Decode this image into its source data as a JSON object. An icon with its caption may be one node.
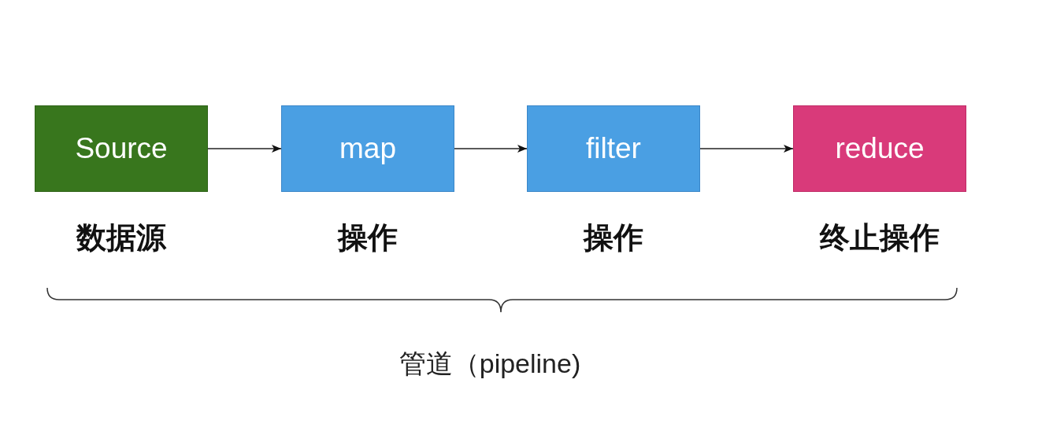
{
  "diagram": {
    "nodes": [
      {
        "text": [
          "Source"
        ],
        "beside": [
          "数据源"
        ]
      },
      {
        "text": [
          "map"
        ],
        "beside": [
          "操作"
        ]
      },
      {
        "text": [
          "filter"
        ],
        "beside": [
          "操作"
        ]
      },
      {
        "text": [
          "reduce"
        ],
        "beside": [
          "终止操作"
        ]
      }
    ],
    "edges": [
      {
        "from": 0,
        "to": 1,
        "arrow": "to"
      },
      {
        "from": 1,
        "to": 2,
        "arrow": "to"
      },
      {
        "from": 2,
        "to": 3,
        "arrow": "to"
      }
    ],
    "labels": [
      "管道（pipeline)"
    ]
  }
}
